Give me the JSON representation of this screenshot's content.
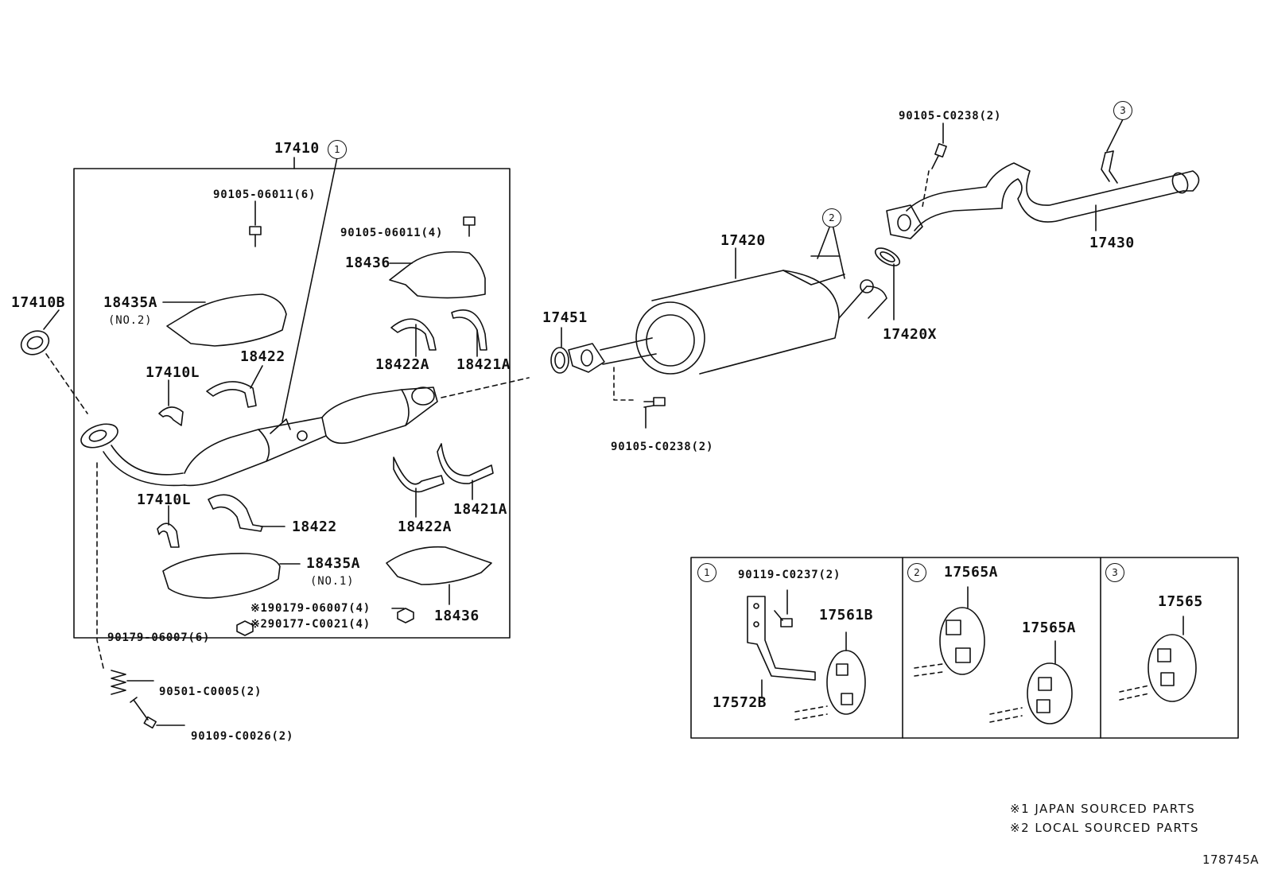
{
  "diagram_number": "178745A",
  "callouts": [
    "1",
    "2",
    "3"
  ],
  "labels": {
    "p17410": "17410",
    "p17410B": "17410B",
    "p90105_06011_6": "90105-06011(6)",
    "p90105_06011_4": "90105-06011(4)",
    "p18436_top": "18436",
    "p18435A_top": "18435A",
    "p18435A_top_note": "(NO.2)",
    "p18422_top": "18422",
    "p17410L_top": "17410L",
    "p18422A_top": "18422A",
    "p18421A_top": "18421A",
    "p17410L_bottom": "17410L",
    "p18422_bottom": "18422",
    "p18422A_bottom": "18422A",
    "p18421A_bottom": "18421A",
    "p18435A_bottom": "18435A",
    "p18435A_bottom_note": "(NO.1)",
    "p190179": "※190179-06007(4)",
    "p290177": "※290177-C0021(4)",
    "p18436_bottom": "18436",
    "p90179": "90179-06007(6)",
    "p90501": "90501-C0005(2)",
    "p90109": "90109-C0026(2)",
    "p17451": "17451",
    "p17420": "17420",
    "p90105_C0238_mid": "90105-C0238(2)",
    "p17420X": "17420X",
    "p90105_C0238_top": "90105-C0238(2)",
    "p17430": "17430",
    "p90119": "90119-C0237(2)",
    "p17561B": "17561B",
    "p17572B": "17572B",
    "p17565A_a": "17565A",
    "p17565A_b": "17565A",
    "p17565": "17565"
  },
  "notes": {
    "line1": "※1 JAPAN SOURCED PARTS",
    "line2": "※2 LOCAL SOURCED PARTS"
  }
}
